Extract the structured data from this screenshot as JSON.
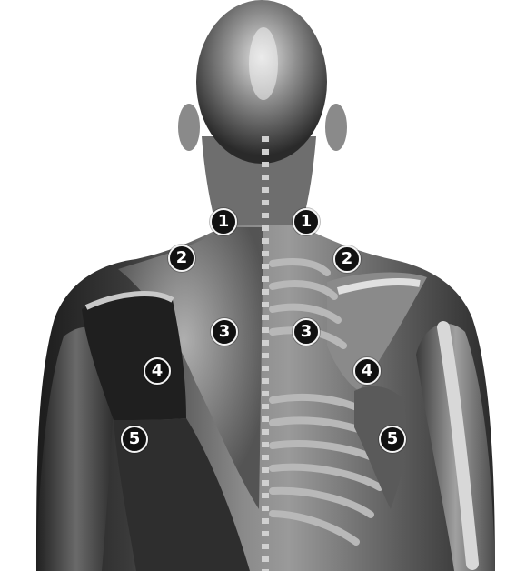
{
  "figure": {
    "markers": {
      "m1_left": "1",
      "m1_right": "1",
      "m2_left": "2",
      "m2_right": "2",
      "m3_left": "3",
      "m3_right": "3",
      "m4_left": "4",
      "m4_right": "4",
      "m5_left": "5",
      "m5_right": "5"
    }
  }
}
